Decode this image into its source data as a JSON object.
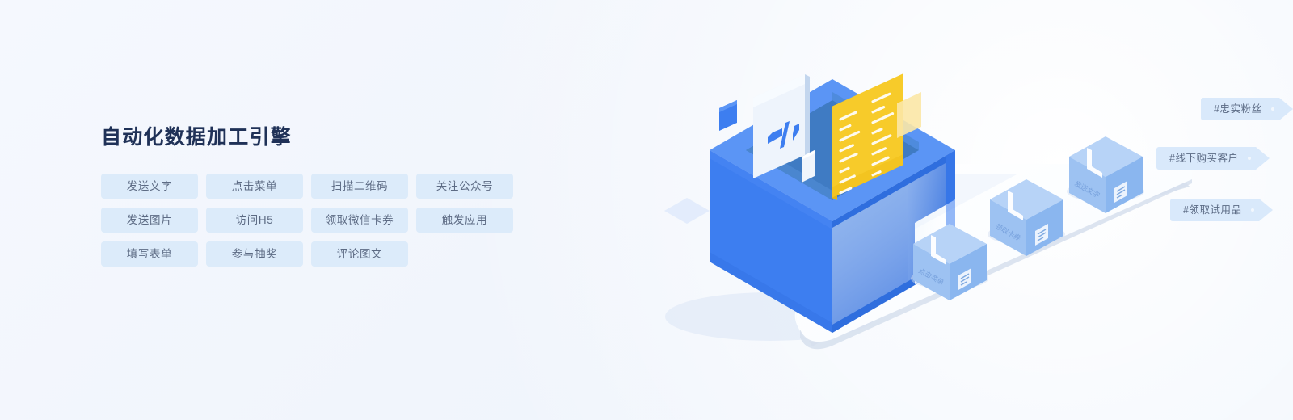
{
  "background": {
    "base_color": "#f3f7fd",
    "accent_blue": "#3d7ef0",
    "accent_yellow": "#f7cb2a",
    "chip_bg": "#dcebfa",
    "chip_text": "#5d6b84",
    "title_color": "#1f3157"
  },
  "left_panel": {
    "title": "自动化数据加工引擎",
    "chips": [
      {
        "label": "发送文字"
      },
      {
        "label": "点击菜单"
      },
      {
        "label": "扫描二维码"
      },
      {
        "label": "关注公众号"
      },
      {
        "label": "发送图片"
      },
      {
        "label": "访问H5"
      },
      {
        "label": "领取微信卡券"
      },
      {
        "label": "触发应用"
      },
      {
        "label": "填写表单"
      },
      {
        "label": "参与抽奖"
      },
      {
        "label": "评论图文"
      }
    ]
  },
  "illustration": {
    "hashtags": [
      {
        "label": "#忠实粉丝"
      },
      {
        "label": "#线下购买客户"
      },
      {
        "label": "#领取试用品"
      }
    ],
    "machine": {
      "name": "isometric-processing-cube",
      "body_color": "#3d7ef0",
      "top_color": "#5b95f5",
      "inner_color": "#4a7fbf"
    },
    "code_card": {
      "name": "yellow-code-card",
      "color": "#f7cb2a",
      "code_line_count": 16
    },
    "glyph_card": {
      "name": "code-glyph-card",
      "glyph": "</>",
      "glyph_color": "#3d7ef0"
    },
    "conveyor": {
      "name": "conveyor-belt",
      "color": "#ffffff"
    },
    "parcels": [
      {
        "label": "点击菜单"
      },
      {
        "label": "领取卡券"
      },
      {
        "label": "发送文字"
      }
    ],
    "decor": [
      {
        "name": "small-blue-square",
        "color": "#3d7ef0"
      },
      {
        "name": "pale-yellow-square",
        "color": "#fbe7a6"
      },
      {
        "name": "pale-blue-diamond",
        "color": "#dfeafb"
      }
    ]
  }
}
